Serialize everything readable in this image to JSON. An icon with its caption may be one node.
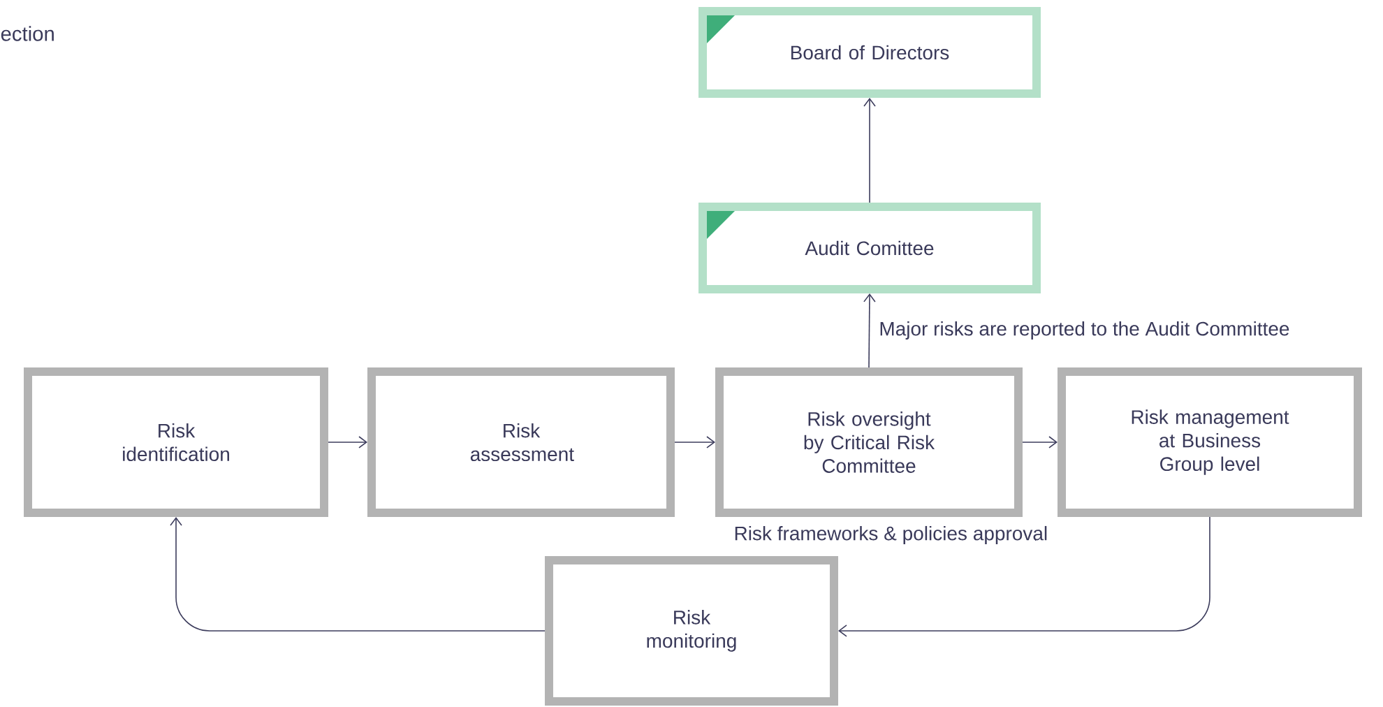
{
  "diagram": {
    "nodes": [
      {
        "text": [
          "Board of Directors"
        ]
      },
      {
        "text": [
          "Audit Comittee"
        ]
      },
      {
        "text": [
          "Risk identification"
        ]
      },
      {
        "text": [
          "Risk assessment"
        ]
      },
      {
        "text": [
          "Risk oversight by Critical Risk Committee"
        ]
      },
      {
        "text": [
          "Risk management at Business Group level"
        ]
      },
      {
        "text": [
          "Risk monitoring"
        ]
      }
    ],
    "edges": [
      {
        "from": 1,
        "to": 0,
        "arrow": "to"
      },
      {
        "from": 4,
        "to": 1,
        "arrow": "to",
        "label": "Major risks are reported to the Audit Committee"
      },
      {
        "from": 2,
        "to": 3,
        "arrow": "to"
      },
      {
        "from": 3,
        "to": 4,
        "arrow": "to"
      },
      {
        "from": 4,
        "to": 5,
        "arrow": "to"
      },
      {
        "from": 5,
        "to": 6,
        "arrow": "to"
      },
      {
        "from": 6,
        "to": 2,
        "arrow": "to"
      }
    ],
    "labels": [
      "ection",
      "Risk frameworks & policies approval"
    ]
  }
}
